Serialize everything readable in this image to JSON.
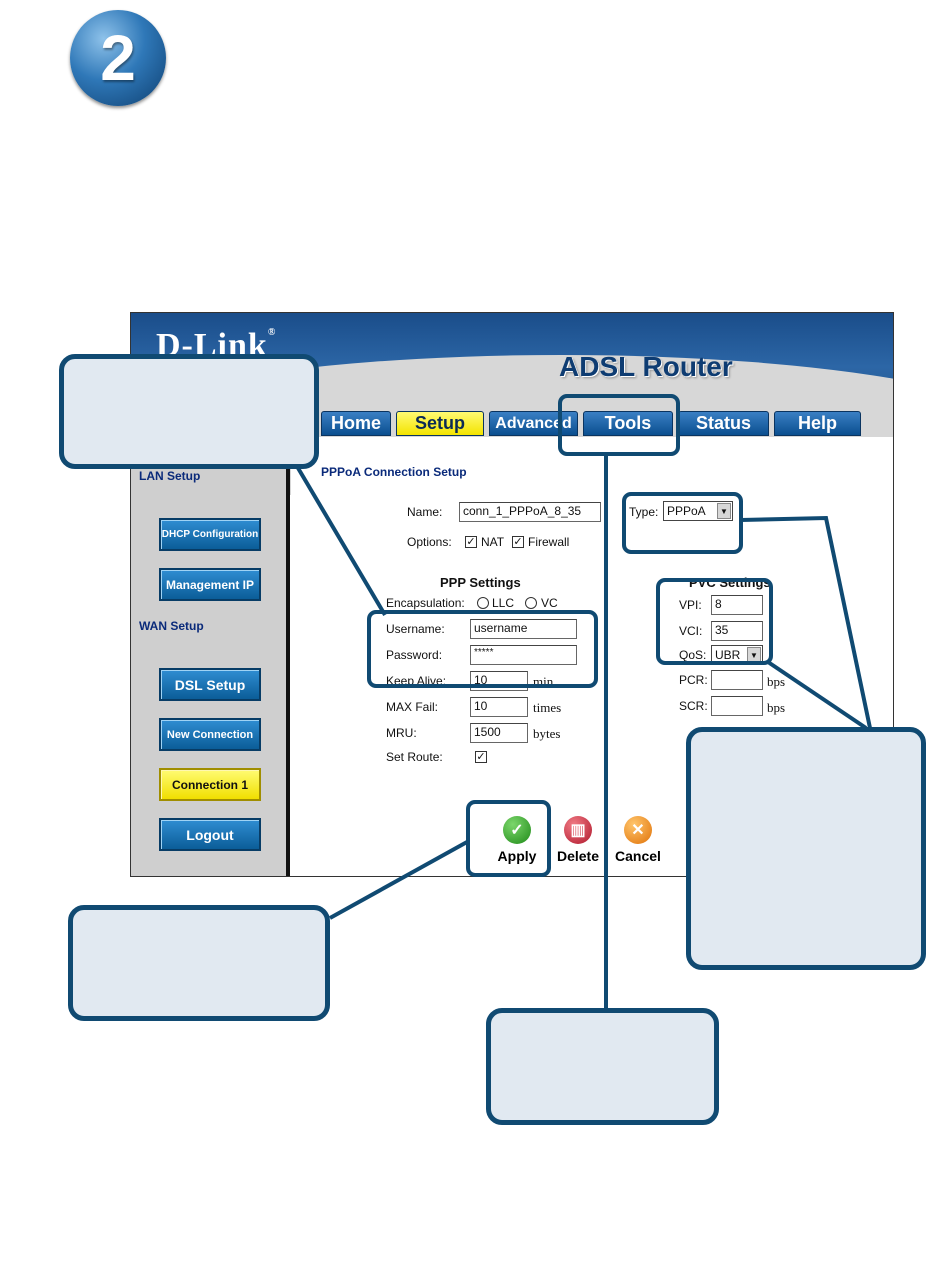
{
  "step": {
    "number": "2"
  },
  "router": {
    "logo": "D-Link",
    "logo_mark": "®",
    "product": "ADSL Router",
    "tabs": [
      {
        "label": "Home"
      },
      {
        "label": "Setup"
      },
      {
        "label": "Advanced"
      },
      {
        "label": "Tools"
      },
      {
        "label": "Status"
      },
      {
        "label": "Help"
      }
    ],
    "sidebar": {
      "lan_heading": "LAN Setup",
      "wan_heading": "WAN Setup",
      "buttons": [
        {
          "label": "DHCP Configuration"
        },
        {
          "label": "Management IP"
        },
        {
          "label": "DSL Setup"
        },
        {
          "label": "New Connection"
        },
        {
          "label": "Connection 1"
        },
        {
          "label": "Logout"
        }
      ]
    },
    "form": {
      "title": "PPPoA Connection Setup",
      "name_label": "Name:",
      "name_value": "conn_1_PPPoA_8_35",
      "type_label": "Type:",
      "type_value": "PPPoA",
      "options_label": "Options:",
      "nat_label": "NAT",
      "firewall_label": "Firewall",
      "ppp_section": "PPP Settings",
      "encapsulation_label": "Encapsulation:",
      "llc_label": "LLC",
      "vc_label": "VC",
      "username_label": "Username:",
      "username_value": "username",
      "password_label": "Password:",
      "password_value": "*****",
      "keepalive_label": "Keep Alive:",
      "keepalive_value": "10",
      "keepalive_unit": "min",
      "maxfail_label": "MAX Fail:",
      "maxfail_value": "10",
      "maxfail_unit": "times",
      "mru_label": "MRU:",
      "mru_value": "1500",
      "mru_unit": "bytes",
      "setroute_label": "Set Route:",
      "pvc_section": "PVC Settings",
      "vpi_label": "VPI:",
      "vpi_value": "8",
      "vci_label": "VCI:",
      "vci_value": "35",
      "qos_label": "QoS:",
      "qos_value": "UBR",
      "pcr_label": "PCR:",
      "pcr_unit": "bps",
      "scr_label": "SCR:",
      "scr_unit": "bps"
    },
    "actions": [
      {
        "label": "Apply"
      },
      {
        "label": "Delete"
      },
      {
        "label": "Cancel"
      }
    ]
  },
  "colors": {
    "callout_border": "#104a72",
    "callout_fill": "#e1e9f1",
    "active_tab": "#f3e400",
    "tab": "#0b4f8f"
  }
}
